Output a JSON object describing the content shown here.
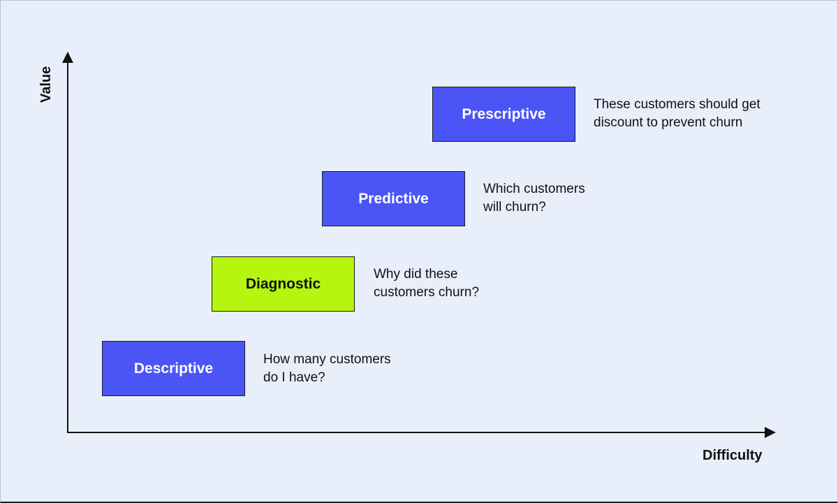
{
  "axes": {
    "y_label": "Value",
    "x_label": "Difficulty"
  },
  "stages": [
    {
      "label": "Descriptive",
      "color": "#4b55f5",
      "question": [
        "How many customers",
        "do I have?"
      ]
    },
    {
      "label": "Diagnostic",
      "color": "#b5f50f",
      "question": [
        "Why did these",
        "customers churn?"
      ]
    },
    {
      "label": "Predictive",
      "color": "#4b55f5",
      "question": [
        "Which customers",
        "will churn?"
      ]
    },
    {
      "label": "Prescriptive",
      "color": "#4b55f5",
      "question": [
        "These customers should get",
        "discount to prevent churn"
      ]
    }
  ],
  "colors": {
    "background": "#e8effb",
    "primary": "#4b55f5",
    "highlight": "#b5f50f"
  }
}
